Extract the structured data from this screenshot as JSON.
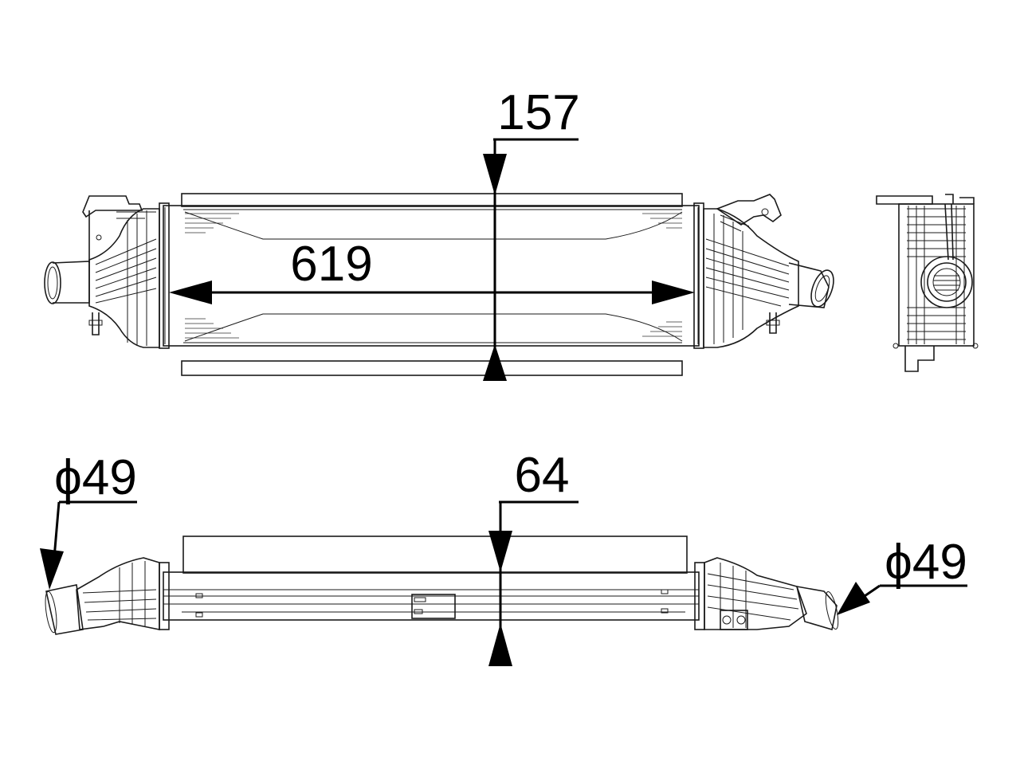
{
  "diagram": {
    "dimensions": {
      "height_front": "157",
      "length": "619",
      "diameter_left": "ϕ49",
      "thickness": "64",
      "diameter_right": "ϕ49"
    }
  }
}
